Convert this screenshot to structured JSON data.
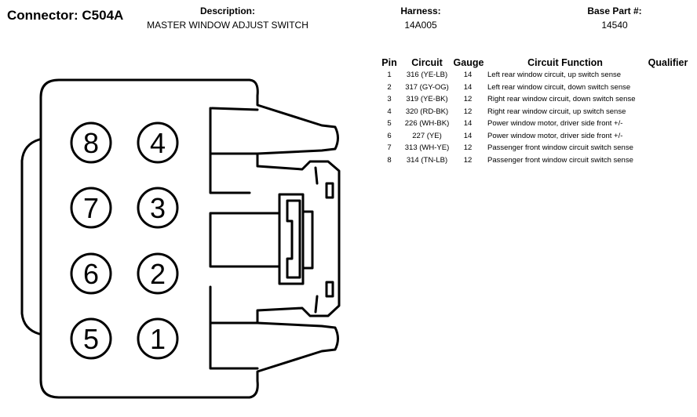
{
  "header": {
    "connector": "Connector: C504A",
    "description_label": "Description:",
    "description_value": "MASTER WINDOW ADJUST SWITCH",
    "harness_label": "Harness:",
    "harness_value": "14A005",
    "base_part_label": "Base Part #:",
    "base_part_value": "14540"
  },
  "table": {
    "headers": {
      "pin": "Pin",
      "circuit": "Circuit",
      "gauge": "Gauge",
      "function": "Circuit Function",
      "qualifier": "Qualifier"
    },
    "rows": [
      {
        "pin": "1",
        "circuit": "316 (YE-LB)",
        "gauge": "14",
        "function": "Left rear window circuit, up switch sense"
      },
      {
        "pin": "2",
        "circuit": "317 (GY-OG)",
        "gauge": "14",
        "function": "Left rear window circuit, down switch sense"
      },
      {
        "pin": "3",
        "circuit": "319 (YE-BK)",
        "gauge": "12",
        "function": "Right rear window circuit, down switch sense"
      },
      {
        "pin": "4",
        "circuit": "320 (RD-BK)",
        "gauge": "12",
        "function": "Right rear window circuit, up switch sense"
      },
      {
        "pin": "5",
        "circuit": "226 (WH-BK)",
        "gauge": "14",
        "function": "Power window motor, driver side front +/-"
      },
      {
        "pin": "6",
        "circuit": "227 (YE)",
        "gauge": "14",
        "function": "Power window motor, driver side front +/-"
      },
      {
        "pin": "7",
        "circuit": "313 (WH-YE)",
        "gauge": "12",
        "function": "Passenger front window circuit switch sense"
      },
      {
        "pin": "8",
        "circuit": "314 (TN-LB)",
        "gauge": "12",
        "function": "Passenger front window circuit switch sense"
      }
    ]
  },
  "connector_pins": {
    "left_column": [
      "8",
      "7",
      "6",
      "5"
    ],
    "right_column": [
      "4",
      "3",
      "2",
      "1"
    ]
  }
}
